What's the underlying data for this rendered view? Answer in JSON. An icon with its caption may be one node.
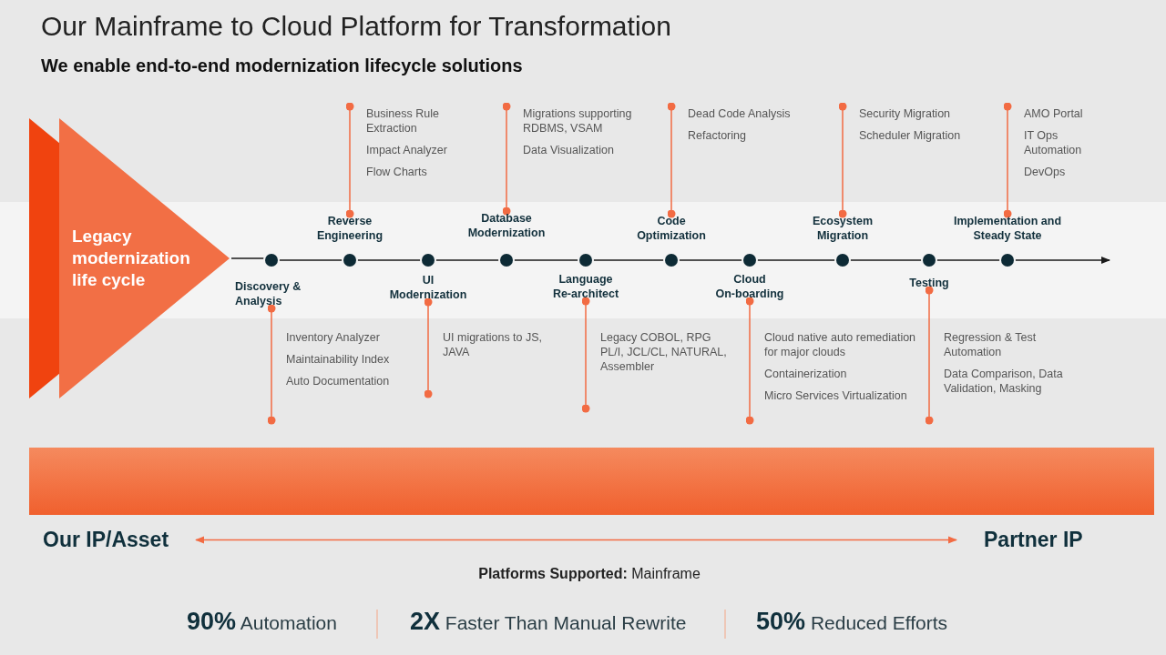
{
  "diagram": {
    "title": "Our Mainframe to Cloud Platform for Transformation",
    "nodes": [
      {
        "text": [
          "Legacy modernization life cycle"
        ]
      },
      {
        "text": [
          "Discovery & Analysis"
        ]
      },
      {
        "text": [
          "Reverse Engineering"
        ]
      },
      {
        "text": [
          "UI Modernization"
        ]
      },
      {
        "text": [
          "Database Modernization"
        ]
      },
      {
        "text": [
          "Language Re-architect"
        ]
      },
      {
        "text": [
          "Code Optimization"
        ]
      },
      {
        "text": [
          "Cloud On-boarding"
        ]
      },
      {
        "text": [
          "Ecosystem Migration"
        ]
      },
      {
        "text": [
          "Testing"
        ]
      },
      {
        "text": [
          "Implementation and Steady State"
        ]
      },
      {
        "text": [],
        "shape": "circle"
      },
      {
        "text": [],
        "shape": "circle"
      },
      {
        "text": [],
        "shape": "circle"
      },
      {
        "text": [],
        "shape": "circle"
      },
      {
        "text": [],
        "shape": "circle"
      },
      {
        "text": [],
        "shape": "circle"
      },
      {
        "text": [],
        "shape": "circle"
      },
      {
        "text": [],
        "shape": "circle"
      },
      {
        "text": [],
        "shape": "circle"
      },
      {
        "text": [],
        "shape": "circle"
      },
      {
        "text": [
          "Inventory Analyzer",
          "Maintainability Index",
          "Auto Documentation"
        ]
      },
      {
        "text": [
          "Business Rule Extraction",
          "Impact Analyzer",
          "Flow Charts"
        ]
      },
      {
        "text": [
          "UI migrations to JS, JAVA"
        ]
      },
      {
        "text": [
          "Migrations supporting RDBMS, VSAM",
          "Data Visualization"
        ]
      },
      {
        "text": [
          "Legacy COBOL, RPG PL/I, JCL/CL, NATURAL, Assembler"
        ]
      },
      {
        "text": [
          "Dead Code Analysis",
          "Refactoring"
        ]
      },
      {
        "text": [
          "Cloud native auto remediation for major clouds",
          "Containerization",
          "Micro Services Virtualization"
        ]
      },
      {
        "text": [
          "Security Migration",
          "Scheduler Migration"
        ]
      },
      {
        "text": [
          "Regression & Test Automation",
          "Data Comparison, Data Validation, Masking"
        ]
      },
      {
        "text": [
          "AMO Portal",
          "IT Ops Automation",
          "DevOps"
        ]
      },
      {
        "text": [
          "Our IP/Asset"
        ]
      },
      {
        "text": [
          "Partner IP"
        ]
      },
      {
        "text": [],
        "shape": "bar"
      }
    ],
    "edges": [
      {
        "from": 0,
        "to": 11,
        "arrow": "none",
        "color": "#1a1a1a"
      },
      {
        "from": 11,
        "to": 12,
        "arrow": "none",
        "color": "#1a1a1a"
      },
      {
        "from": 12,
        "to": 13,
        "arrow": "none",
        "color": "#1a1a1a"
      },
      {
        "from": 13,
        "to": 14,
        "arrow": "none",
        "color": "#1a1a1a"
      },
      {
        "from": 14,
        "to": 15,
        "arrow": "none",
        "color": "#1a1a1a"
      },
      {
        "from": 15,
        "to": 16,
        "arrow": "none",
        "color": "#1a1a1a"
      },
      {
        "from": 16,
        "to": 17,
        "arrow": "none",
        "color": "#1a1a1a"
      },
      {
        "from": 17,
        "to": 18,
        "arrow": "none",
        "color": "#1a1a1a"
      },
      {
        "from": 18,
        "to": 19,
        "arrow": "none",
        "color": "#1a1a1a"
      },
      {
        "from": 19,
        "to": 20,
        "arrow": "none",
        "color": "#1a1a1a"
      },
      {
        "from": 20,
        "to": null,
        "arrow": "to",
        "color": "#1a1a1a"
      },
      {
        "from": 1,
        "to": 21,
        "arrow": "other",
        "color": "#f26b43"
      },
      {
        "from": 2,
        "to": 22,
        "arrow": "other",
        "color": "#f26b43"
      },
      {
        "from": 3,
        "to": 23,
        "arrow": "other",
        "color": "#f26b43"
      },
      {
        "from": 4,
        "to": 24,
        "arrow": "other",
        "color": "#f26b43"
      },
      {
        "from": 5,
        "to": 25,
        "arrow": "other",
        "color": "#f26b43"
      },
      {
        "from": 6,
        "to": 26,
        "arrow": "other",
        "color": "#f26b43"
      },
      {
        "from": 7,
        "to": 27,
        "arrow": "other",
        "color": "#f26b43"
      },
      {
        "from": 8,
        "to": 28,
        "arrow": "other",
        "color": "#f26b43"
      },
      {
        "from": 9,
        "to": 29,
        "arrow": "other",
        "color": "#f26b43"
      },
      {
        "from": 10,
        "to": 30,
        "arrow": "other",
        "color": "#f26b43"
      },
      {
        "from": 31,
        "to": 32,
        "arrow": "both",
        "color": "#f26b43"
      }
    ],
    "labels": [
      "We enable end-to-end modernization lifecycle solutions",
      "**Platforms Supported:** Mainframe",
      "**90%** Automation",
      "**2X** Faster Than Manual Rewrite",
      "**50%** Reduced Efforts"
    ]
  }
}
